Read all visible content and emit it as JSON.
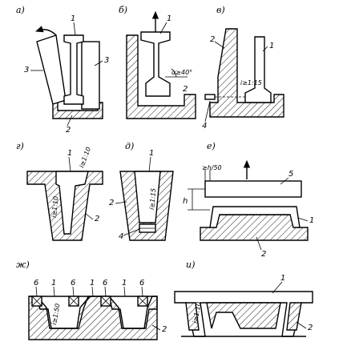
{
  "panels": {
    "a": {
      "label": "а)",
      "n1": "1",
      "n2": "2",
      "n3a": "3",
      "n3b": "3"
    },
    "b": {
      "label": "б)",
      "n1": "1",
      "n2": "2",
      "angle": "α≥40°"
    },
    "v": {
      "label": "в)",
      "n1": "1",
      "n2": "2",
      "n4": "4",
      "slope": "i≥1:15"
    },
    "g": {
      "label": "г)",
      "n1": "1",
      "n2": "2",
      "slope_top": "i≥1:10",
      "slope_side": "i≥1:10"
    },
    "d": {
      "label": "д)",
      "n1": "1",
      "n2": "2",
      "n4": "4",
      "slope": "i≥1:15"
    },
    "e": {
      "label": "е)",
      "n1": "1",
      "n2": "2",
      "n5": "5",
      "h": "h",
      "gap": "≥h/50"
    },
    "zh": {
      "label": "ж)",
      "top": [
        "6",
        "1",
        "6",
        "1",
        "6",
        "1",
        "6"
      ],
      "n2": "2",
      "slope": "i≥1:50"
    },
    "i": {
      "label": "и)",
      "n1": "1",
      "n2": "2",
      "slope": "i≥1:10"
    }
  }
}
